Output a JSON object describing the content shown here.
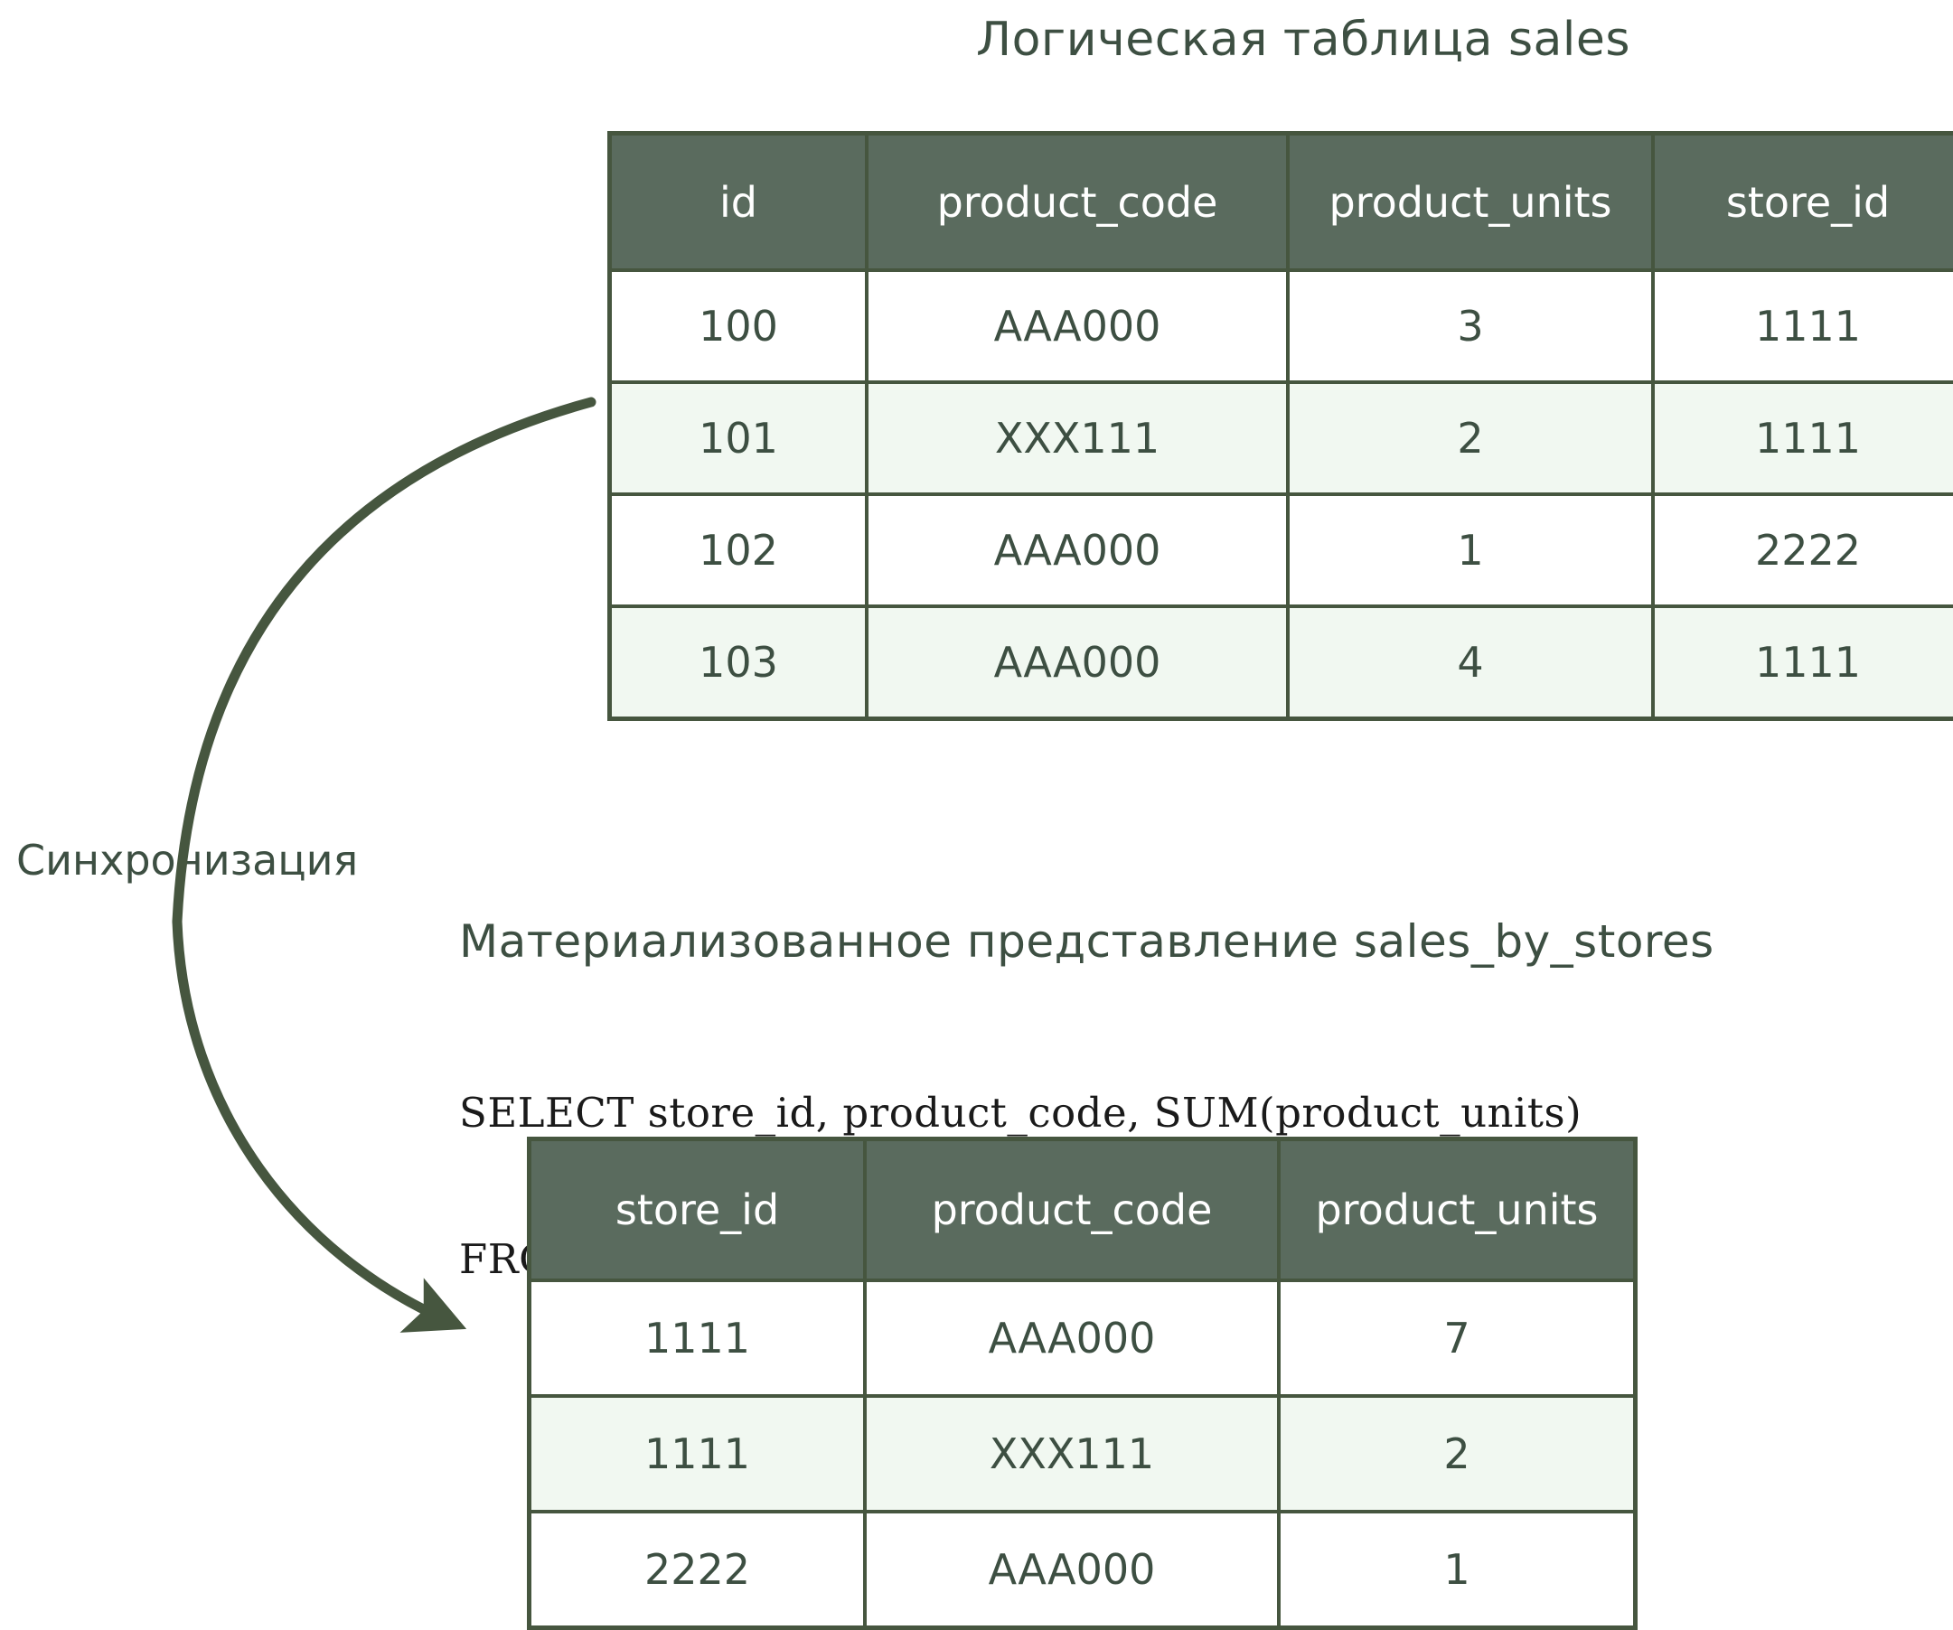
{
  "diagram": {
    "sync_label": "Синхронизация",
    "arrow_name": "sync-arrow"
  },
  "logical_table": {
    "title": "Логическая таблица sales",
    "columns": [
      "id",
      "product_code",
      "product_units",
      "store_id"
    ],
    "rows": [
      [
        "100",
        "AAA000",
        "3",
        "1111"
      ],
      [
        "101",
        "XXX111",
        "2",
        "1111"
      ],
      [
        "102",
        "AAA000",
        "1",
        "2222"
      ],
      [
        "103",
        "AAA000",
        "4",
        "1111"
      ]
    ]
  },
  "materialized_view": {
    "title": "Материализованное представление sales_by_stores",
    "sql_line1": "SELECT store_id, product_code, SUM(product_units)",
    "sql_line2": "FROM sales GROUP BY store_id, product_code",
    "columns": [
      "store_id",
      "product_code",
      "product_units"
    ],
    "rows": [
      [
        "1111",
        "AAA000",
        "7"
      ],
      [
        "1111",
        "XXX111",
        "2"
      ],
      [
        "2222",
        "AAA000",
        "1"
      ]
    ]
  },
  "colors": {
    "header_fill": "#5a6b5e",
    "border": "#46563f",
    "text": "#3d4f42",
    "row_alt_fill": "#f1f8f1",
    "row_fill": "#ffffff",
    "sql_text": "#1a1a1a"
  }
}
